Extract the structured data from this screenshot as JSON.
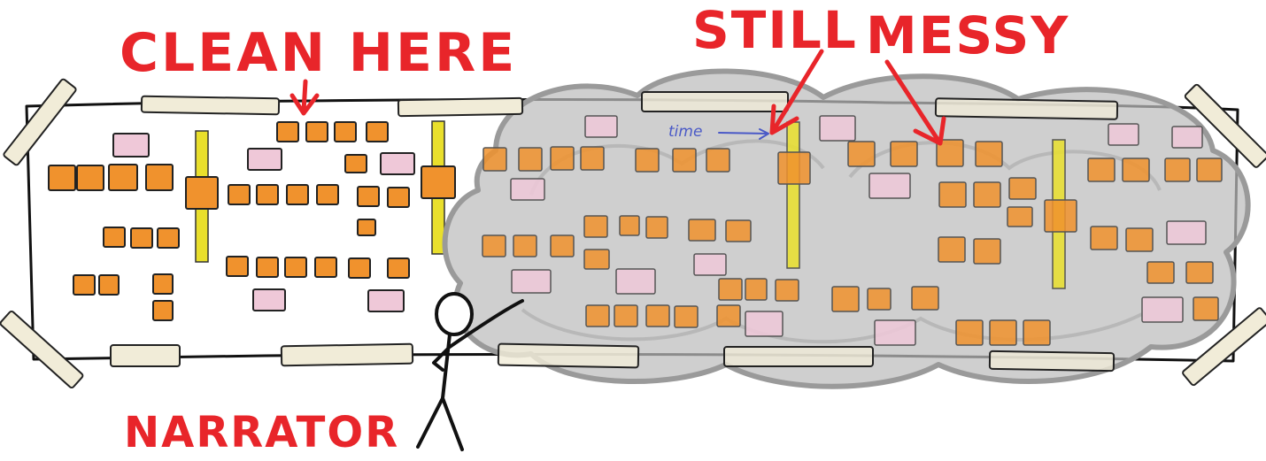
{
  "labels": {
    "clean": "CLEAN HERE",
    "still": "STILL",
    "messy": "MESSY",
    "narrator": "NARRATOR",
    "time": "time"
  },
  "colors": {
    "annotation_red": "#e8252a",
    "sticky_orange": "#f0922d",
    "sticky_pink": "#efc8d8",
    "pivot_yellow": "#e9df2c",
    "cloud_gray": "#bdbdbd",
    "tape_beige": "#f1ecd8",
    "time_blue": "#4a59c7",
    "ink": "#111111"
  }
}
